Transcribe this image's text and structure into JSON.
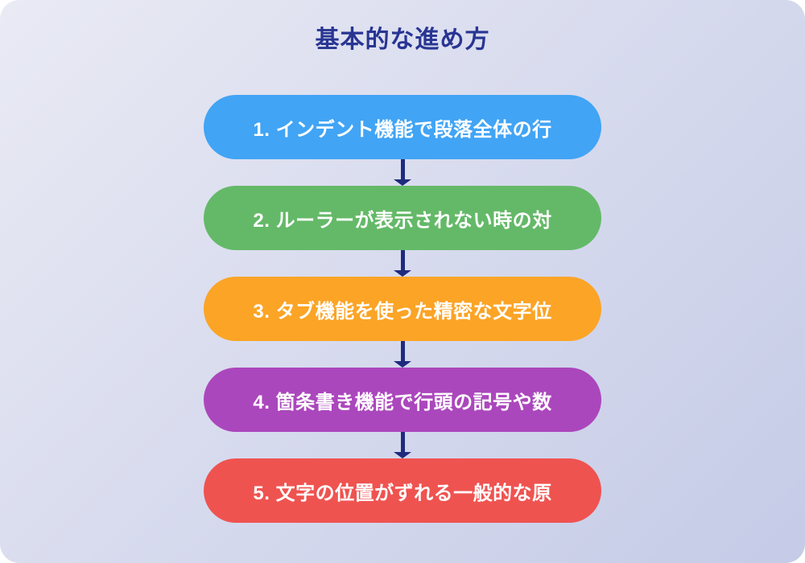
{
  "header": {
    "title": "基本的な進め方"
  },
  "theme": {
    "background_from": "#E9EAF4",
    "background_to": "#C5CBE7",
    "title_color": "#283593",
    "arrow_color": "#1F2B7D",
    "step_text_color": "#FFFFFF"
  },
  "flow": {
    "steps": [
      {
        "label": "1. インデント機能で段落全体の行",
        "color": "#41A4F5"
      },
      {
        "label": "2. ルーラーが表示されない時の対",
        "color": "#64B968"
      },
      {
        "label": "3. タブ機能を使った精密な文字位",
        "color": "#FBA426"
      },
      {
        "label": "4. 箇条書き機能で行頭の記号や数",
        "color": "#AB47BC"
      },
      {
        "label": "5. 文字の位置がずれる一般的な原",
        "color": "#EF5350"
      }
    ]
  }
}
